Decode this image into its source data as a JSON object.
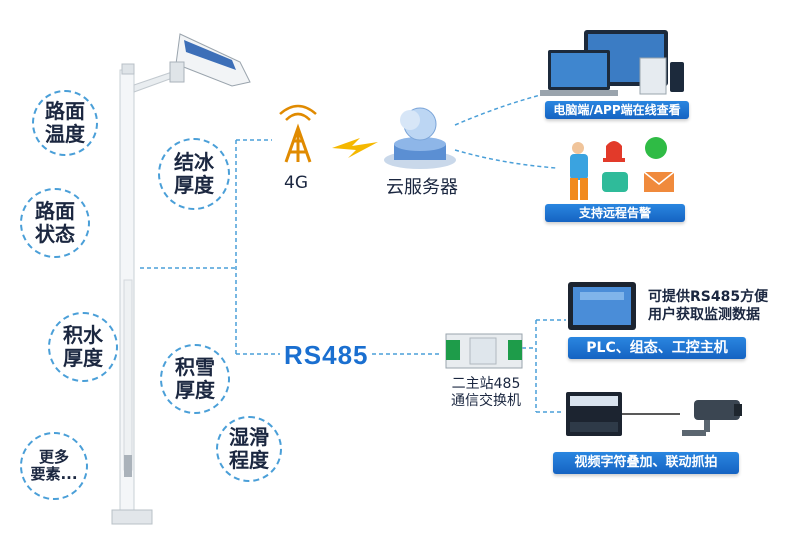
{
  "circles": {
    "road_temp": "路面\n温度",
    "road_status": "路面\n状态",
    "water_depth": "积水\n厚度",
    "more": "更多\n要素...",
    "ice_thickness": "结冰\n厚度",
    "snow_thickness": "积雪\n厚度",
    "wet_slip": "湿滑\n程度"
  },
  "network": {
    "tower_label": "4G",
    "cloud_label": "云服务器",
    "rs485_label": "RS485"
  },
  "banners": {
    "online_view": "电脑端/APP端在线查看",
    "remote_alarm": "支持远程告警",
    "plc": "PLC、组态、工控主机",
    "video": "视频字符叠加、联动抓拍"
  },
  "texts": {
    "switch_label": "二主站485\n通信交换机",
    "access_desc": "可提供RS485方便\n用户获取监测数据"
  },
  "colors": {
    "accent_blue": "#1a6fd0",
    "dashed_blue": "#4a9fd8",
    "lightning": "#f5b800"
  }
}
